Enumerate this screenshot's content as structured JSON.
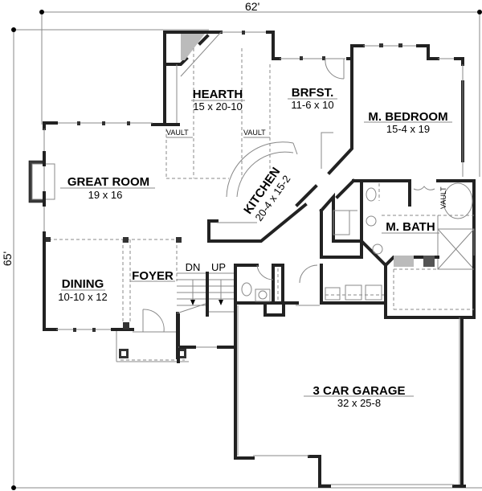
{
  "plan": {
    "overall_width": "62'",
    "overall_depth": "65'",
    "rooms": [
      {
        "id": "hearth",
        "name": "HEARTH",
        "size": "15 x 20-10"
      },
      {
        "id": "brfst",
        "name": "BRFST.",
        "size": "11-6 x 10"
      },
      {
        "id": "m-bedroom",
        "name": "M. BEDROOM",
        "size": "15-4 x 19"
      },
      {
        "id": "great-room",
        "name": "GREAT ROOM",
        "size": "19 x 16"
      },
      {
        "id": "kitchen",
        "name": "KITCHEN",
        "size": "20-4 x 15-2"
      },
      {
        "id": "m-bath",
        "name": "M. BATH",
        "size": ""
      },
      {
        "id": "dining",
        "name": "DINING",
        "size": "10-10 x 12"
      },
      {
        "id": "foyer",
        "name": "FOYER",
        "size": ""
      },
      {
        "id": "garage",
        "name": "3 CAR GARAGE",
        "size": "32 x 25-8"
      }
    ],
    "annotations": {
      "vault_1": "VAULT",
      "vault_2": "VAULT",
      "vault_3": "VAULT",
      "stair_down": "DN",
      "stair_up": "UP"
    },
    "colors": {
      "wall": "#3a3a3a",
      "line": "#888888",
      "background": "#ffffff"
    }
  }
}
